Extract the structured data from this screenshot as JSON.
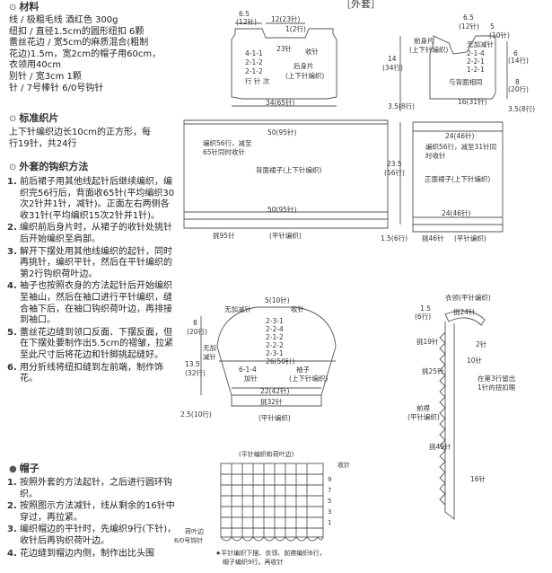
{
  "page_title": "［外套］",
  "materials": {
    "heading": "材料",
    "lines": [
      "线 / 极粗毛线 酒红色 300g",
      "纽扣 / 直径1.5cm的圆形纽扣 6颗",
      "蕾丝花边 / 宽5cm的麻质混合(粗制",
      "花边)1.5m，宽2cm的帽子用60cm，",
      "衣领用40cm",
      "别针 / 宽3cm 1颗",
      "针 / 7号棒针 6/0号钩针"
    ]
  },
  "gauge": {
    "heading": "标准织片",
    "lines": [
      "上下针编织边长10cm的正方形，每",
      "行19针，共24行"
    ]
  },
  "jacket_method": {
    "heading": "外套的钩织方法",
    "items": [
      {
        "n": "1.",
        "text": "前后裙子用其他线起针后继续编织，编织完56行后，背面收65针(平均编织30次2针并1针，减针)。正面左右两侧各收31针(平均编织15次2针并1针)。"
      },
      {
        "n": "2.",
        "text": "编织前后身片时，从裙子的收针处挑针后开始编织至肩部。"
      },
      {
        "n": "3.",
        "text": "解开下摆处用其他线编织的起针，同时再挑针，编织平针，然后在平针编织的第2行钩织荷叶边。"
      },
      {
        "n": "4.",
        "text": "袖子也按照衣身的方法起针后开始编织至袖山，然后在袖口进行平针编织，缝合袖下后，在袖口钩织荷叶边，再排接到袖口。"
      },
      {
        "n": "5.",
        "text": "蕾丝花边缝到领口反面、下摆反面，但在下摆处要制作出5.5cm的褶皱，拉紧至此尺寸后将花边和针脚挑起缝好。"
      },
      {
        "n": "6.",
        "text": "用分折线将纽扣缝到左前端，制作饰花。"
      }
    ]
  },
  "hat": {
    "heading": "帽子",
    "items": [
      {
        "n": "1.",
        "text": "按照外套的方法起针，之后进行圆环钩织。"
      },
      {
        "n": "2.",
        "text": "按照图示方法减针，线从剩余的16针中穿过，再拉紧。"
      },
      {
        "n": "3.",
        "text": "编织帽边的平针时，先编织9行(下针)，收针后再钩织荷叶边。"
      },
      {
        "n": "4.",
        "text": "花边缝到帽边内侧，制作出比头围"
      }
    ]
  },
  "back_diagram": {
    "top_left": "6.5",
    "top_left_st": "(12针)",
    "neck": "12(23针)",
    "neck_side": "1(2行)",
    "bind_off": "23针",
    "bind_off2": "收针",
    "dec1": "4-1-1",
    "dec2": "2-1-2",
    "dec3": "2-1-2",
    "row": "行 针 次",
    "body": "后身片",
    "body_knit": "(上下针编织)",
    "bottom": "34(65针)",
    "skirt_top": "50(95针)",
    "skirt_note1": "编织56行，减至",
    "skirt_note2": "65针同时收针",
    "skirt": "背面裙子(上下针编织)",
    "skirt_bottom": "50(95针)",
    "pick": "挑95针",
    "garter": "(平针编织)"
  },
  "front_diagram": {
    "top": "6.5",
    "top_st": "(12针)",
    "side": "5",
    "side_st": "(10针)",
    "no_dec": "无加减针",
    "dec1": "2-1-4",
    "dec2": "2-2-1",
    "dec3": "1-2-1",
    "body": "前身片",
    "body_knit": "(上下针编织)",
    "same_back": "与背面相同",
    "h14": "14",
    "h14_rows": "(34行)",
    "h6": "6",
    "h6_rows": "(14行)",
    "h8": "8",
    "h8_rows": "(20行)",
    "h35": "3.5(8行)",
    "h35b": "3.5(8行)",
    "chest": "16(31针)",
    "skirt_top": "24(46针)",
    "note1": "编织56行，减至31针同",
    "note2": "时收针",
    "h235": "23.5",
    "h235_rows": "(56行)",
    "skirt": "正面裙子(上下针编织)",
    "skirt_bottom": "24(46针)",
    "h15": "1.5(6行)",
    "pick": "挑46针",
    "garter": "(平针编织)"
  },
  "sleeve_diagram": {
    "top": "5(10针)",
    "no_dec": "无加减针",
    "bind_off": "收针",
    "d1": "2-3-1",
    "d2": "2-2-4",
    "d3": "2-1-2",
    "d4": "2-2-2",
    "d5": "2-3-1",
    "h8": "8",
    "h8_rows": "(20行)",
    "h135": "13.5",
    "h135_rows": "(32行)",
    "no_dec2": "无加",
    "no_dec3": "减针",
    "inc": "6-1-4",
    "inc_lbl": "加针",
    "mid": "26(50针)",
    "sleeve": "袖子",
    "sleeve_knit": "(上下针编织)",
    "cuff": "22(42针)",
    "h25": "2.5(10行)",
    "pick": "挑32针",
    "garter": "(平针编织)"
  },
  "collar_diagram": {
    "title": "衣领(平针编织)",
    "h15": "1.5",
    "h15_rows": "(6行)",
    "pick24": "挑24针",
    "st2": "2针",
    "pick19": "挑19针",
    "rows10": "10针",
    "pick25": "挑25针",
    "note1": "在第3行留出",
    "note2": "1针的扭扣眼",
    "front": "前襟",
    "front_knit": "(平针编织)",
    "pick49": "挑49针",
    "st16": "16针"
  },
  "hat_chart": {
    "top": "(平针编织和荷叶边)",
    "bind": "收针",
    "rows": [
      "9",
      "7",
      "5",
      "3",
      "1"
    ],
    "lace": "荷叶边",
    "hook": "6/0号钩针",
    "note1": "★平针编织下摆、衣领、前襟编织6行，",
    "note2": "帽子编织9行。再收针"
  },
  "colors": {
    "ink": "#333333",
    "line": "#555555",
    "paper": "#ffffff"
  }
}
